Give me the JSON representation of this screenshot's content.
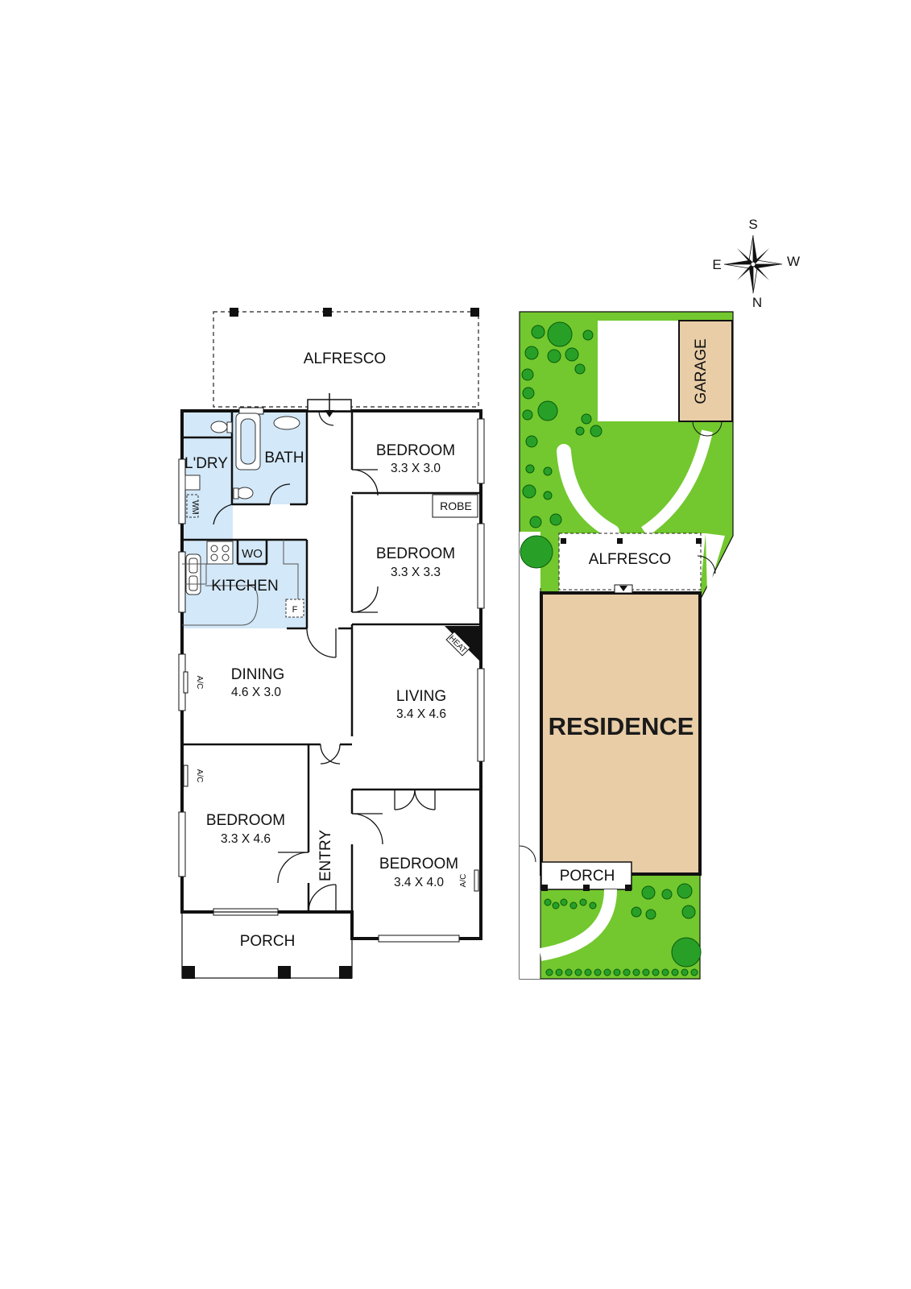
{
  "floor_plan": {
    "rooms": {
      "alfresco": {
        "name": "ALFRESCO"
      },
      "laundry": {
        "name": "L'DRY"
      },
      "bath": {
        "name": "BATH"
      },
      "bedroom_rear": {
        "name": "BEDROOM",
        "size": "3.3 X 3.0"
      },
      "robe": {
        "name": "ROBE"
      },
      "bedroom_middle": {
        "name": "BEDROOM",
        "size": "3.3 X 3.3"
      },
      "wo": {
        "name": "WO"
      },
      "kitchen": {
        "name": "KITCHEN"
      },
      "fridge": {
        "name": "F"
      },
      "washing_machine": {
        "name": "WM"
      },
      "heat": {
        "name": "HEAT"
      },
      "dining": {
        "name": "DINING",
        "size": "4.6  X 3.0"
      },
      "living": {
        "name": "LIVING",
        "size": "3.4 X 4.6"
      },
      "bedroom_front_left": {
        "name": "BEDROOM",
        "size": "3.3 X 4.6"
      },
      "entry": {
        "name": "ENTRY"
      },
      "bedroom_front_right": {
        "name": "BEDROOM",
        "size": "3.4 X 4.0"
      },
      "porch": {
        "name": "PORCH"
      }
    },
    "ac_labels": [
      "A/C",
      "A/C",
      "A/C"
    ]
  },
  "site_plan": {
    "garage": "GARAGE",
    "alfresco": "ALFRESCO",
    "residence": "RESIDENCE",
    "porch": "PORCH"
  },
  "compass": {
    "top": "S",
    "left": "E",
    "right": "W",
    "bottom": "N"
  },
  "colors": {
    "wet_area": "#d3e8f8",
    "lawn": "#72c82e",
    "tree": "#28a028",
    "residence_fill": "#e8cda7",
    "garage_fill": "#e8cda7",
    "wall": "#111111"
  }
}
